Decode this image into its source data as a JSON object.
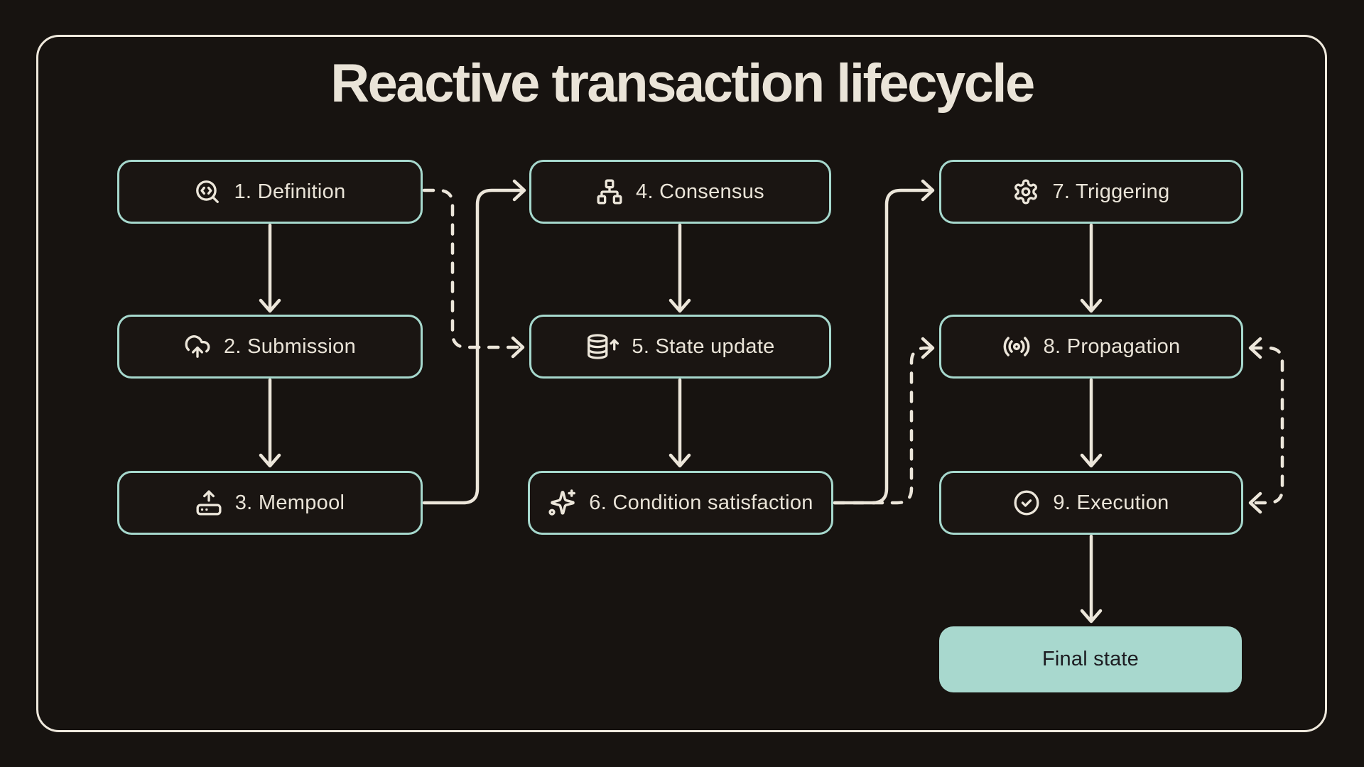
{
  "title": "Reactive transaction lifecycle",
  "colors": {
    "background": "#171310",
    "box-fill": "#1a1512",
    "box-border": "#a6d8cd",
    "line": "#ece6da",
    "text": "#eae4d8",
    "final-fill": "#a8d8ce",
    "final-text": "#1c1c21",
    "frame-border": "#efe9dd"
  },
  "diagram": {
    "nodes": [
      {
        "id": "definition",
        "step": 1,
        "label": "1. Definition",
        "icon": "search-code-icon"
      },
      {
        "id": "submission",
        "step": 2,
        "label": "2. Submission",
        "icon": "cloud-upload-icon"
      },
      {
        "id": "mempool",
        "step": 3,
        "label": "3. Mempool",
        "icon": "hard-drive-upload-icon"
      },
      {
        "id": "consensus",
        "step": 4,
        "label": "4. Consensus",
        "icon": "network-icon"
      },
      {
        "id": "state-update",
        "step": 5,
        "label": "5. State update",
        "icon": "database-upload-icon"
      },
      {
        "id": "condition-satisfaction",
        "step": 6,
        "label": "6. Condition satisfaction",
        "icon": "sparkles-icon"
      },
      {
        "id": "triggering",
        "step": 7,
        "label": "7. Triggering",
        "icon": "gear-icon"
      },
      {
        "id": "propagation",
        "step": 8,
        "label": "8. Propagation",
        "icon": "radio-waves-icon"
      },
      {
        "id": "execution",
        "step": 9,
        "label": "9. Execution",
        "icon": "circle-check-icon"
      }
    ],
    "final_node": {
      "id": "final-state",
      "label": "Final state"
    },
    "edges": [
      {
        "from": "definition",
        "to": "submission",
        "style": "solid"
      },
      {
        "from": "submission",
        "to": "mempool",
        "style": "solid"
      },
      {
        "from": "definition",
        "to": "state-update",
        "style": "dashed"
      },
      {
        "from": "mempool",
        "to": "consensus",
        "style": "solid"
      },
      {
        "from": "consensus",
        "to": "state-update",
        "style": "solid"
      },
      {
        "from": "state-update",
        "to": "condition-satisfaction",
        "style": "solid"
      },
      {
        "from": "condition-satisfaction",
        "to": "triggering",
        "style": "solid"
      },
      {
        "from": "condition-satisfaction",
        "to": "propagation",
        "style": "dashed"
      },
      {
        "from": "triggering",
        "to": "propagation",
        "style": "solid"
      },
      {
        "from": "propagation",
        "to": "execution",
        "style": "solid"
      },
      {
        "from": "propagation",
        "to": "execution",
        "style": "dashed",
        "bidirectional": true
      },
      {
        "from": "execution",
        "to": "final-state",
        "style": "solid"
      }
    ]
  }
}
